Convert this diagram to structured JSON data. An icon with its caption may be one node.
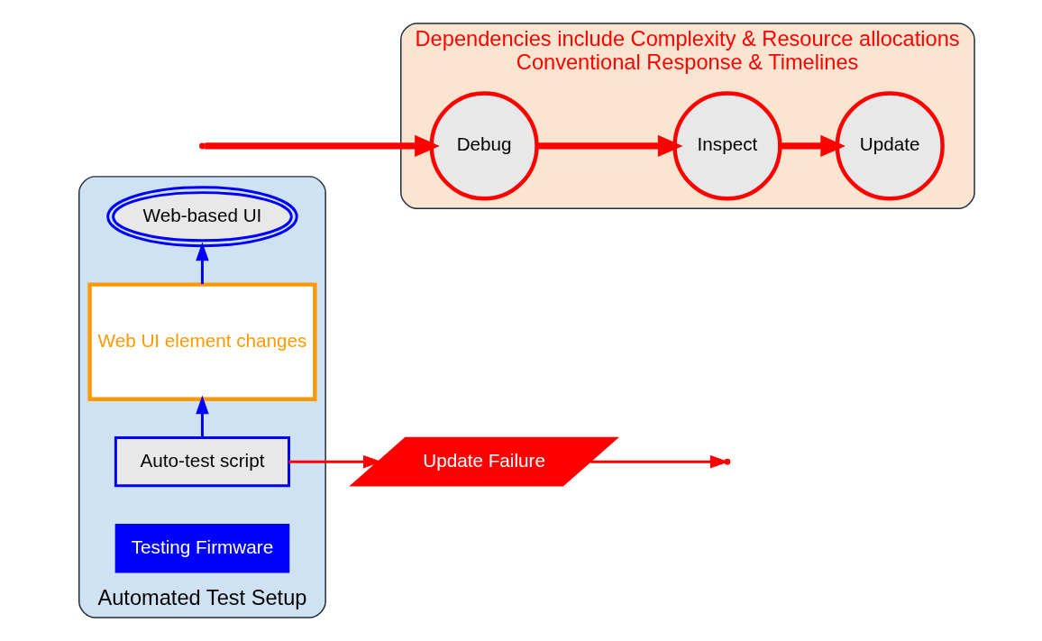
{
  "diagram": {
    "nodes": [
      {
        "text": [
          "Automated Test Setup"
        ]
      },
      {
        "text": [
          "Web-based UI"
        ],
        "in": 0
      },
      {
        "text": [
          "Web UI element changes"
        ],
        "in": 0
      },
      {
        "text": [
          "Auto-test script"
        ],
        "in": 0
      },
      {
        "text": [
          "Testing Firmware"
        ],
        "in": 0
      },
      {
        "text": [
          "Update Failure"
        ]
      },
      {
        "text": [
          "Dependencies include Complexity & Resource allocations",
          "Conventional Response & Timelines"
        ]
      },
      {
        "text": [
          "Debug"
        ],
        "in": 6
      },
      {
        "text": [
          "Inspect"
        ],
        "in": 6
      },
      {
        "text": [
          "Update"
        ],
        "in": 6
      }
    ],
    "edges": [
      {
        "from": 3,
        "to": 2,
        "arrow": "to",
        "color": "#0000ff"
      },
      {
        "from": 2,
        "to": 1,
        "arrow": "to",
        "color": "#0000ff"
      },
      {
        "from": 3,
        "to": 5,
        "arrow": "to",
        "color": "#ff0000"
      },
      {
        "from": 5,
        "to": null,
        "arrow": "to",
        "color": "#ff0000"
      },
      {
        "from": null,
        "to": 7,
        "arrow": "to",
        "style": "thick",
        "color": "#ff0000"
      },
      {
        "from": 7,
        "to": 8,
        "arrow": "to",
        "style": "thick",
        "color": "#ff0000"
      },
      {
        "from": 8,
        "to": 9,
        "arrow": "to",
        "style": "thick",
        "color": "#ff0000"
      }
    ]
  }
}
